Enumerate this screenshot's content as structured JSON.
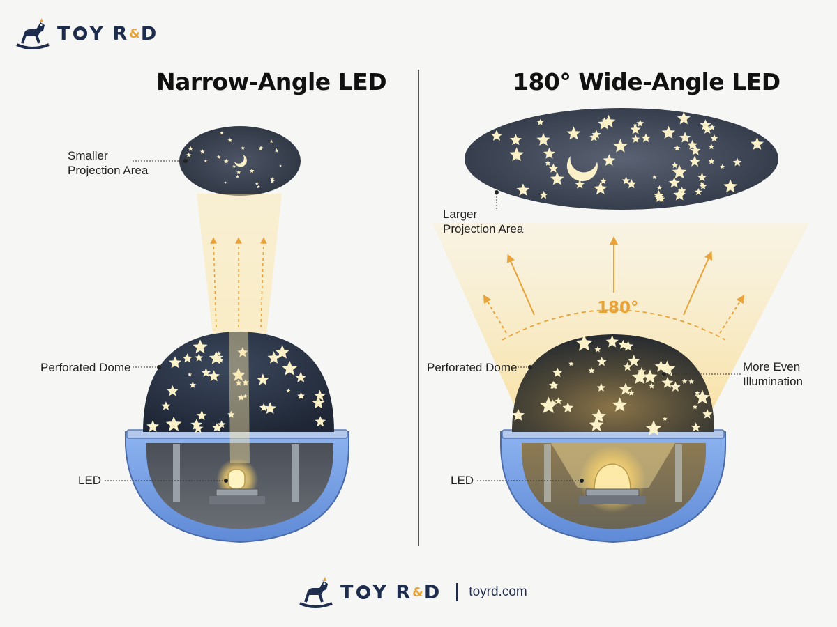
{
  "brand": {
    "name_part1": "T",
    "name_part2": "Y R",
    "name_amp": "&",
    "name_part3": "D",
    "website": "toyrd.com"
  },
  "left_panel": {
    "title": "Narrow-Angle LED",
    "labels": {
      "projection_line1": "Smaller",
      "projection_line2": "Projection Area",
      "dome": "Perforated Dome",
      "led": "LED"
    }
  },
  "right_panel": {
    "title": "180° Wide-Angle LED",
    "angle": "180°",
    "labels": {
      "projection_line1": "Larger",
      "projection_line2": "Projection Area",
      "dome": "Perforated Dome",
      "illum_line1": "More Even",
      "illum_line2": "Illumination",
      "led": "LED"
    }
  },
  "colors": {
    "navy": "#1e2d4d",
    "accent_orange": "#e8a33a",
    "base_blue": "#7ea6e6",
    "dome_dark": "#2b3445",
    "star": "#fbf1c8",
    "beam": "#f7d98a"
  },
  "icons": [
    "rocking-horse-icon",
    "star-icon",
    "moon-icon",
    "arrow-icon"
  ]
}
